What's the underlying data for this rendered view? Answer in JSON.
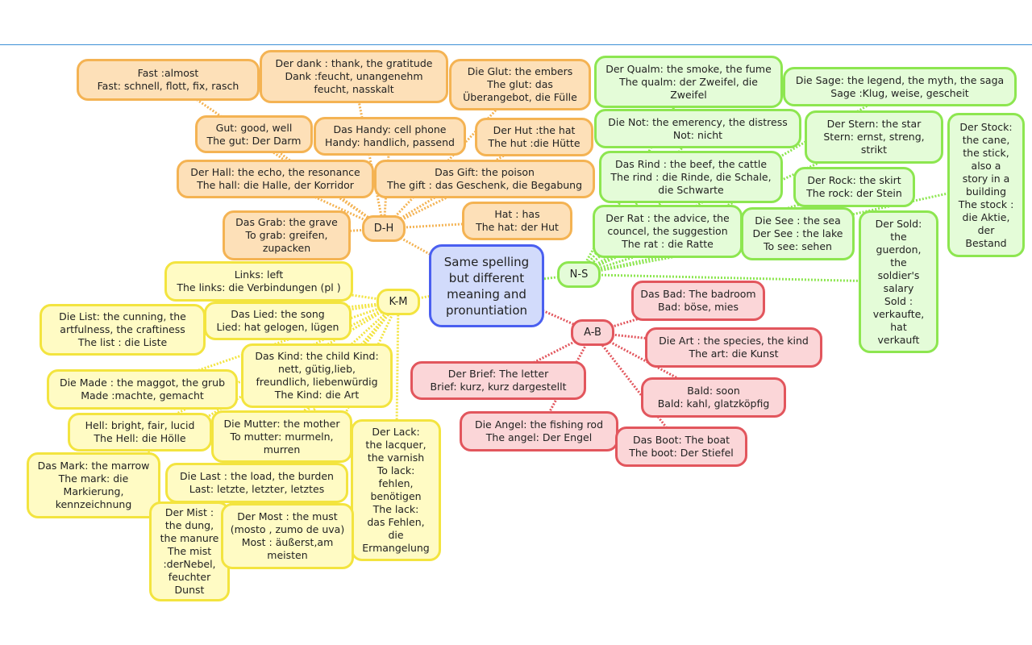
{
  "central_topic": "Same spelling\nbut different\nmeaning and\npronuntiation",
  "colors": {
    "top_line": "#3d8fd6"
  },
  "branches": [
    {
      "key": "dh",
      "label": "D-H",
      "theme": "orange",
      "line_color": "#f4b353",
      "nodes": [
        "Fast :almost\nFast: schnell, flott, fix, rasch",
        "Der dank : thank, the gratitude\nDank :feucht, unangenehm\nfeucht, nasskalt",
        "Die Glut: the embers\nThe glut: das\nÜberangebot, die Fülle",
        "Gut: good, well\nThe gut: Der Darm",
        "Das Handy: cell phone\nHandy: handlich, passend",
        "Der Hut :the hat\nThe hut :die Hütte",
        "Der Hall: the echo, the resonance\nThe hall: die Halle, der Korridor",
        "Das Gift: the poison\nThe gift : das Geschenk, die Begabung",
        "Das Grab: the grave\nTo grab: greifen,\nzupacken",
        "Hat : has\nThe hat: der Hut"
      ]
    },
    {
      "key": "km",
      "label": "K-M",
      "theme": "yellow",
      "line_color": "#f3e43f",
      "nodes": [
        "Links: left\nThe links: die Verbindungen (pl )",
        "Die List: the cunning, the\nartfulness, the craftiness\nThe list : die Liste",
        "Das Lied: the song\nLied: hat gelogen, lügen",
        "Das Kind: the child Kind:\nnett, gütig,lieb,\nfreundlich, liebenwürdig\nThe Kind: die Art",
        "Die Made : the maggot, the grub\nMade :machte, gemacht",
        "Hell: bright, fair, lucid\nThe Hell: die Hölle",
        "Die Mutter: the mother\nTo mutter: murmeln,\nmurren",
        "Der Lack:\nthe lacquer,\nthe varnish\nTo lack:\nfehlen,\nbenötigen\nThe lack:\ndas Fehlen,\ndie\nErmangelung",
        "Das Mark: the marrow\nThe mark: die\nMarkierung,\nkennzeichnung",
        "Die Last : the load, the burden\nLast: letzte, letzter, letztes",
        "Der Mist :\nthe dung,\nthe manure\nThe mist\n:derNebel,\nfeuchter\nDunst",
        "Der Most : the must\n(mosto , zumo de uva)\nMost : äußerst,am\nmeisten"
      ]
    },
    {
      "key": "ns",
      "label": "N-S",
      "theme": "green",
      "line_color": "#8de650",
      "nodes": [
        "Der Qualm: the smoke, the fume\nThe qualm: der Zweifel, die\nZweifel",
        "Die Sage: the legend, the myth, the saga\nSage :Klug, weise, gescheit",
        "Die Not: the emerency, the distress\nNot: nicht",
        "Der Stern: the star\nStern: ernst, streng,\nstrikt",
        "Der Stock:\nthe cane,\nthe stick,\nalso a\nstory in a\nbuilding\nThe stock :\ndie Aktie,\nder\nBestand",
        "Das Rind : the beef, the cattle\nThe rind : die Rinde, die Schale,\ndie Schwarte",
        "Der Rock: the skirt\nThe rock: der Stein",
        "Der Rat : the advice, the\ncouncel, the suggestion\nThe rat : die Ratte",
        "Die See : the sea\nDer See : the lake\nTo see: sehen",
        "Der Sold:\nthe\nguerdon,\nthe\nsoldier's\nsalary\nSold :\nverkaufte,\nhat\nverkauft"
      ]
    },
    {
      "key": "ab",
      "label": "A-B",
      "theme": "red",
      "line_color": "#e2565d",
      "nodes": [
        "Das Bad: The badroom\nBad: böse, mies",
        "Die Art : the species, the kind\nThe art: die Kunst",
        "Der Brief: The letter\nBrief: kurz, kurz dargestellt",
        "Bald: soon\nBald: kahl, glatzköpfig",
        "Die Angel: the fishing rod\nThe angel: Der Engel",
        "Das Boot: The boat\nThe boot: Der Stiefel"
      ]
    }
  ]
}
